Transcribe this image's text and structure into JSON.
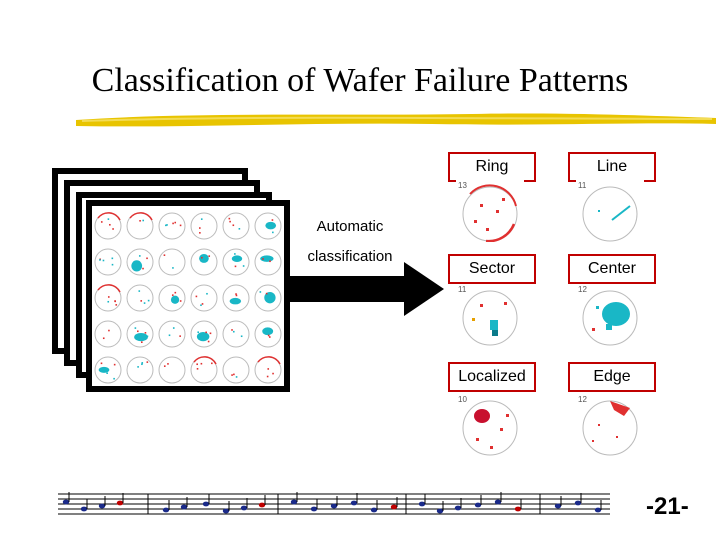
{
  "slide": {
    "title": "Classification of Wafer Failure Patterns",
    "arrow_label_line1": "Automatic",
    "arrow_label_line2": "classification",
    "page_number": "-21-"
  },
  "patterns": [
    {
      "label": "Ring",
      "thumb_index": "13"
    },
    {
      "label": "Line",
      "thumb_index": "11"
    },
    {
      "label": "Sector",
      "thumb_index": "11"
    },
    {
      "label": "Center",
      "thumb_index": "12"
    },
    {
      "label": "Localized",
      "thumb_index": "10"
    },
    {
      "label": "Edge",
      "thumb_index": "12"
    }
  ],
  "colors": {
    "accent_red": "#c00000",
    "cluster_cyan": "#19b7c6",
    "title_underline": "#e8c400"
  }
}
